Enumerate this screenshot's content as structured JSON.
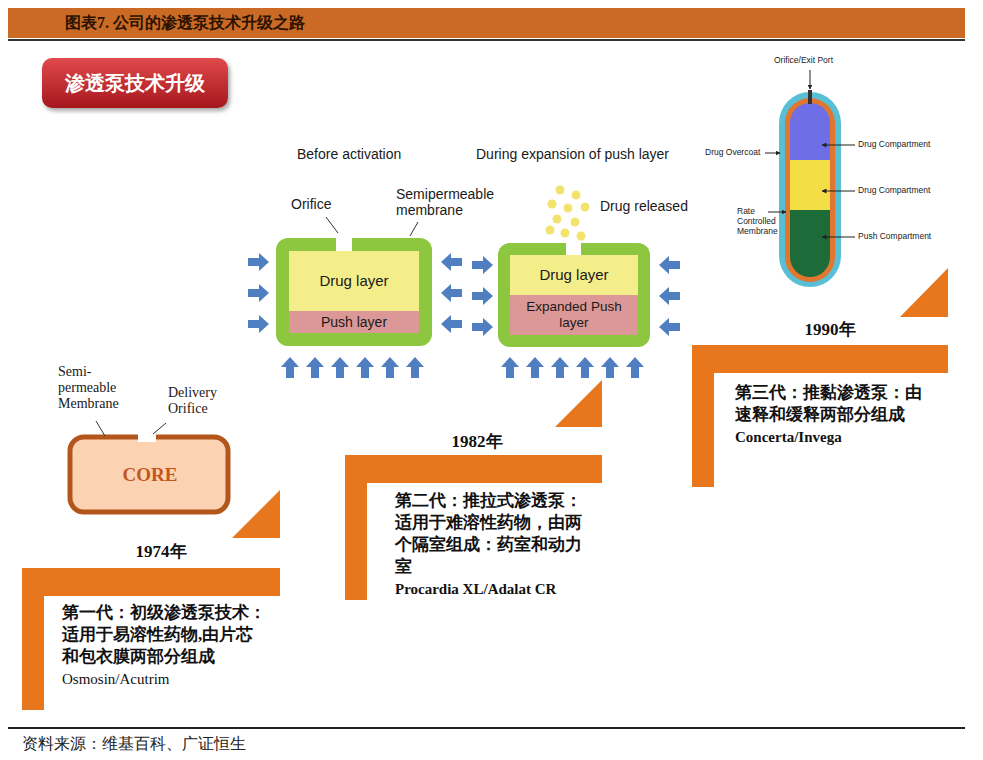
{
  "diagram": {
    "title": "图表7. 公司的渗透泵技术升级之路",
    "caption": "资料来源：维基百科、广证恒生",
    "nodes": [
      {
        "text": [
          "渗透泵技术升级"
        ]
      },
      {
        "text": [
          "CORE"
        ]
      },
      {
        "text": [
          "1974年",
          "第一代：初级渗透泵技术：适用于易溶性药物,由片芯和包衣膜两部分组成",
          "Osmosin/Acutrim"
        ]
      },
      {
        "text": [
          "Drug layer"
        ]
      },
      {
        "text": [
          "Push layer"
        ]
      },
      {
        "text": [
          "Drug layer"
        ]
      },
      {
        "text": [
          "Expanded Push layer"
        ]
      },
      {
        "text": [
          "1982年",
          "第二代：推拉式渗透泵：适用于难溶性药物，由两个隔室组成：药室和动力室",
          "Procardia XL/Adalat CR"
        ]
      },
      {
        "text": [
          "1990年",
          "第三代：推黏渗透泵：由速释和缓释两部分组成",
          "Concerta/Invega"
        ]
      }
    ],
    "labels": [
      "Before activation",
      "During expansion of push layer",
      "Orifice",
      "Semipermeable membrane",
      "Drug released",
      "Orifice/Exit Port",
      "Drug Overcoat",
      "Drug Compartment",
      "Drug Compartment",
      "Rate Controlled Membrane",
      "Push Compartment",
      "Semi- permeable Membrane",
      "Delivery Orifice"
    ]
  }
}
